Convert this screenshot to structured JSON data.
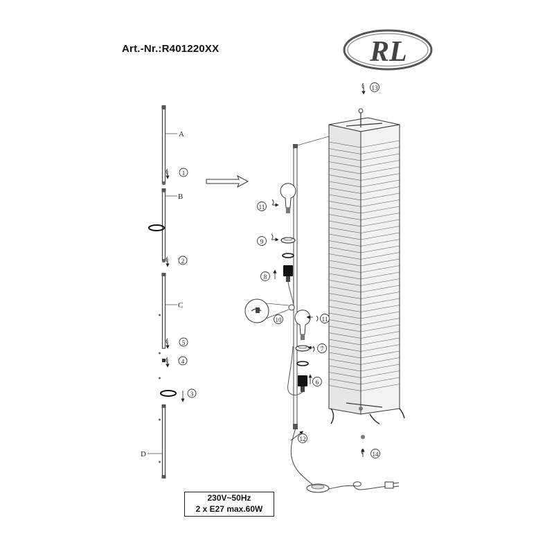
{
  "header": {
    "article_number": "Art.-Nr.:R401220XX"
  },
  "logo": {
    "text": "RL"
  },
  "spec": {
    "voltage": "230V~50Hz",
    "bulbs": "2 x E27 max.60W"
  },
  "parts": {
    "A": "A",
    "B": "B",
    "C": "C",
    "D": "D",
    "s1": "1",
    "s2": "2",
    "s3": "3",
    "s4": "4",
    "s5": "5",
    "s6": "6",
    "s7": "7",
    "s8": "8",
    "s9": "9",
    "s10": "10",
    "s11a": "11",
    "s11b": "11",
    "s12": "12",
    "s13": "13",
    "s14": "14"
  }
}
